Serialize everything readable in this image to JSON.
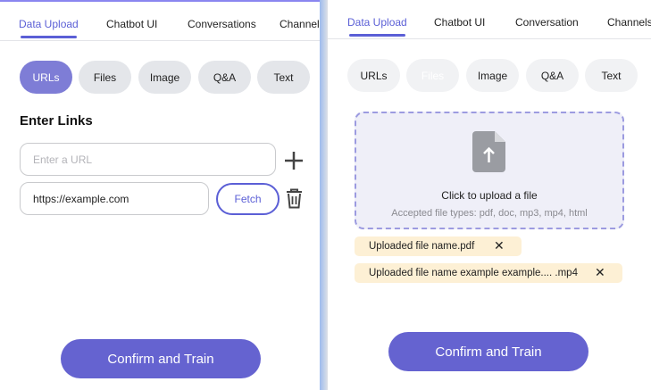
{
  "left": {
    "tabs": [
      "Data Upload",
      "Chatbot UI",
      "Conversations",
      "Channels"
    ],
    "active_tab": "Data Upload",
    "pills": [
      "URLs",
      "Files",
      "Image",
      "Q&A",
      "Text"
    ],
    "active_pill": "URLs",
    "heading": "Enter Links",
    "url_input": {
      "placeholder": "Enter a URL",
      "value": ""
    },
    "url_entry": {
      "value": "https://example.com"
    },
    "fetch_label": "Fetch",
    "confirm_label": "Confirm and Train"
  },
  "right": {
    "tabs": [
      "Data Upload",
      "Chatbot UI",
      "Conversation",
      "Channels"
    ],
    "active_tab": "Data Upload",
    "pills": [
      "URLs",
      "Files",
      "Image",
      "Q&A",
      "Text"
    ],
    "active_pill": "Files",
    "upload_title": "Click to upload a file",
    "upload_hint": "Accepted file types: pdf, doc, mp3, mp4, html",
    "files": [
      "Uploaded file name.pdf",
      "Uploaded file name example example.... .mp4"
    ],
    "confirm_label": "Confirm and Train"
  },
  "colors": {
    "accent": "#5b5fd6",
    "pill_active": "#7e7dd6",
    "chip": "#fdf0d5"
  }
}
